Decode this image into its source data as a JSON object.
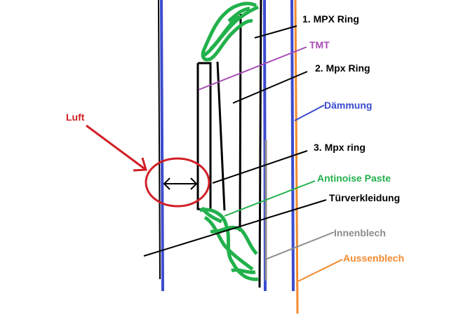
{
  "labels": {
    "mpx1": "1. MPX Ring",
    "tmt": "TMT",
    "mpx2": "2. Mpx Ring",
    "daemmung": "Dämmung",
    "luft": "Luft",
    "mpx3": "3. Mpx ring",
    "antinoise": "Antinoise Paste",
    "tuerverkleidung": "Türverkleidung",
    "innenblech": "Innenblech",
    "aussenblech": "Aussenblech"
  },
  "colors": {
    "black": "#000000",
    "blue": "#3b4bcf",
    "orange": "#f28a2e",
    "gray": "#8c8c8c",
    "purple": "#a64db3",
    "green": "#22b14c",
    "red": "#d11f26"
  }
}
